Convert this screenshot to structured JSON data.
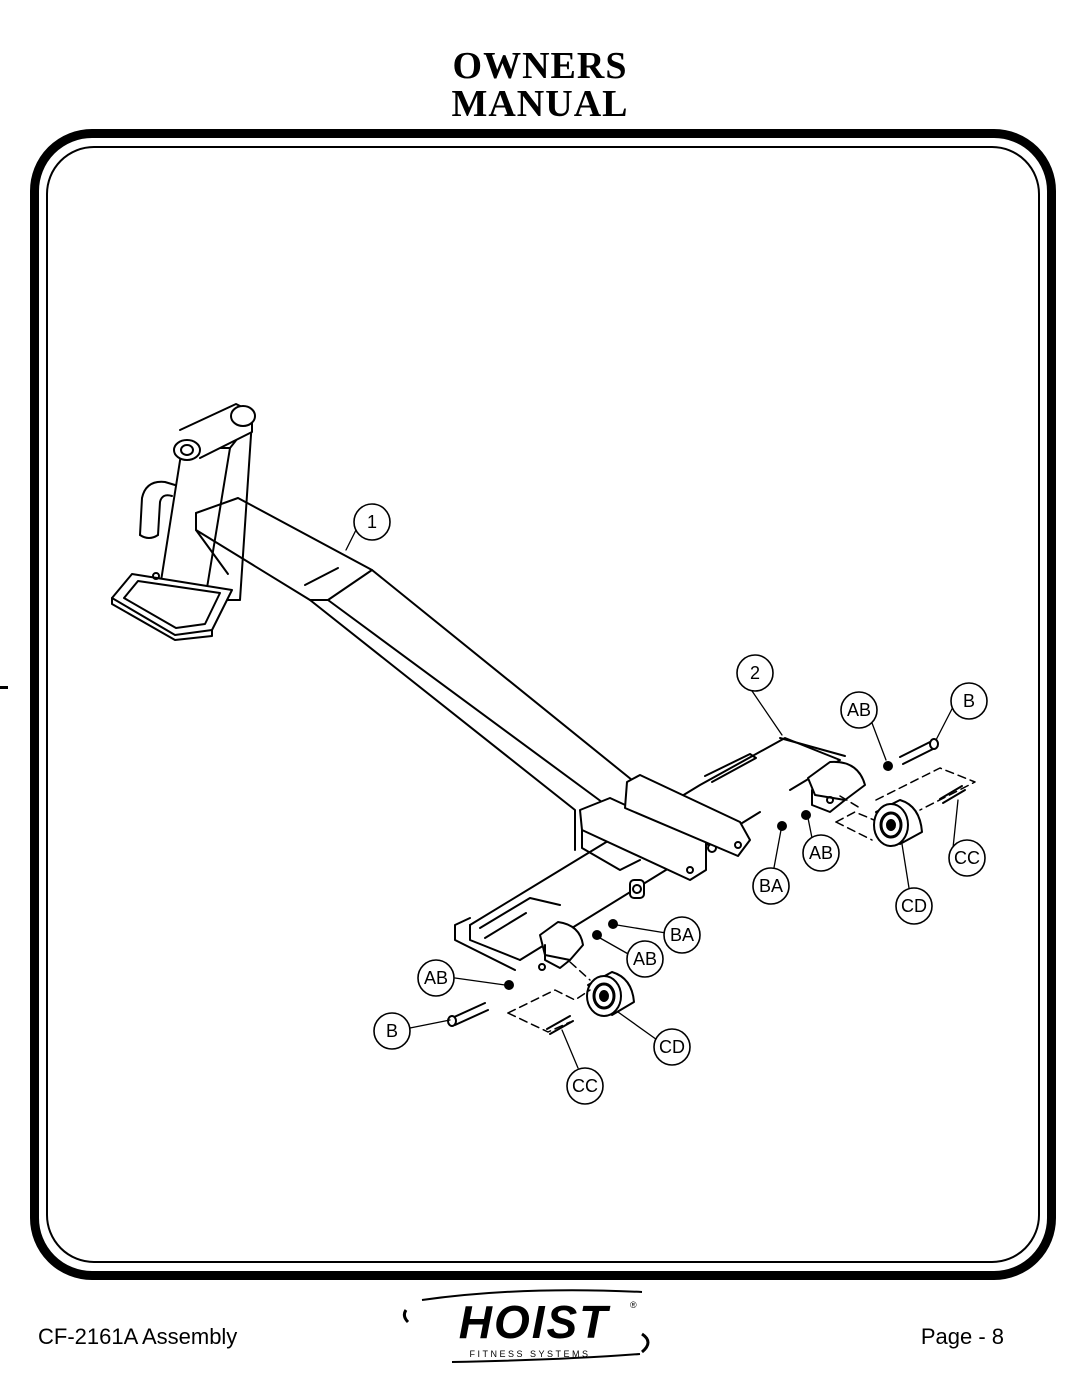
{
  "header": {
    "title_line1": "OWNERS",
    "title_line2": "MANUAL"
  },
  "callouts": {
    "part_1": "1",
    "part_2": "2",
    "ab_top": "AB",
    "b_top": "B",
    "ab_mid_right": "AB",
    "ba_right": "BA",
    "cc_right": "CC",
    "cd_right": "CD",
    "ba_left": "BA",
    "ab_mid_left": "AB",
    "ab_left": "AB",
    "b_left": "B",
    "cd_left": "CD",
    "cc_left": "CC"
  },
  "footer": {
    "assembly_label": "CF-2161A Assembly",
    "page_label": "Page - 8"
  },
  "logo": {
    "brand": "HOIST",
    "tagline": "FITNESS SYSTEMS",
    "mark": "®"
  }
}
